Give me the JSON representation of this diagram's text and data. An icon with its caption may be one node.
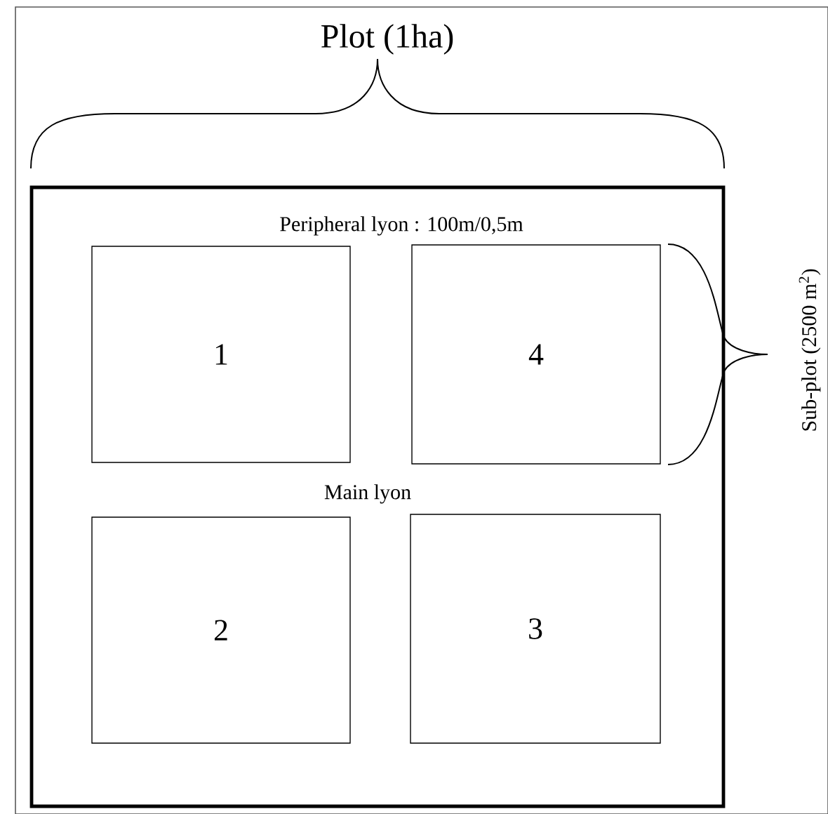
{
  "diagram": {
    "nodes": [
      {
        "text": [
          "Plot (1ha)"
        ]
      },
      {
        "text": [
          "1"
        ],
        "in": 0
      },
      {
        "text": [
          "4"
        ],
        "in": 0,
        "beside": [
          "Sub-plot (2500 m$^{2}$)"
        ]
      },
      {
        "text": [
          "2"
        ],
        "in": 0
      },
      {
        "text": [
          "3"
        ],
        "in": 0
      }
    ],
    "labels": [
      "Peripheral lyon : 100m/0,5m",
      "Main lyon"
    ]
  }
}
